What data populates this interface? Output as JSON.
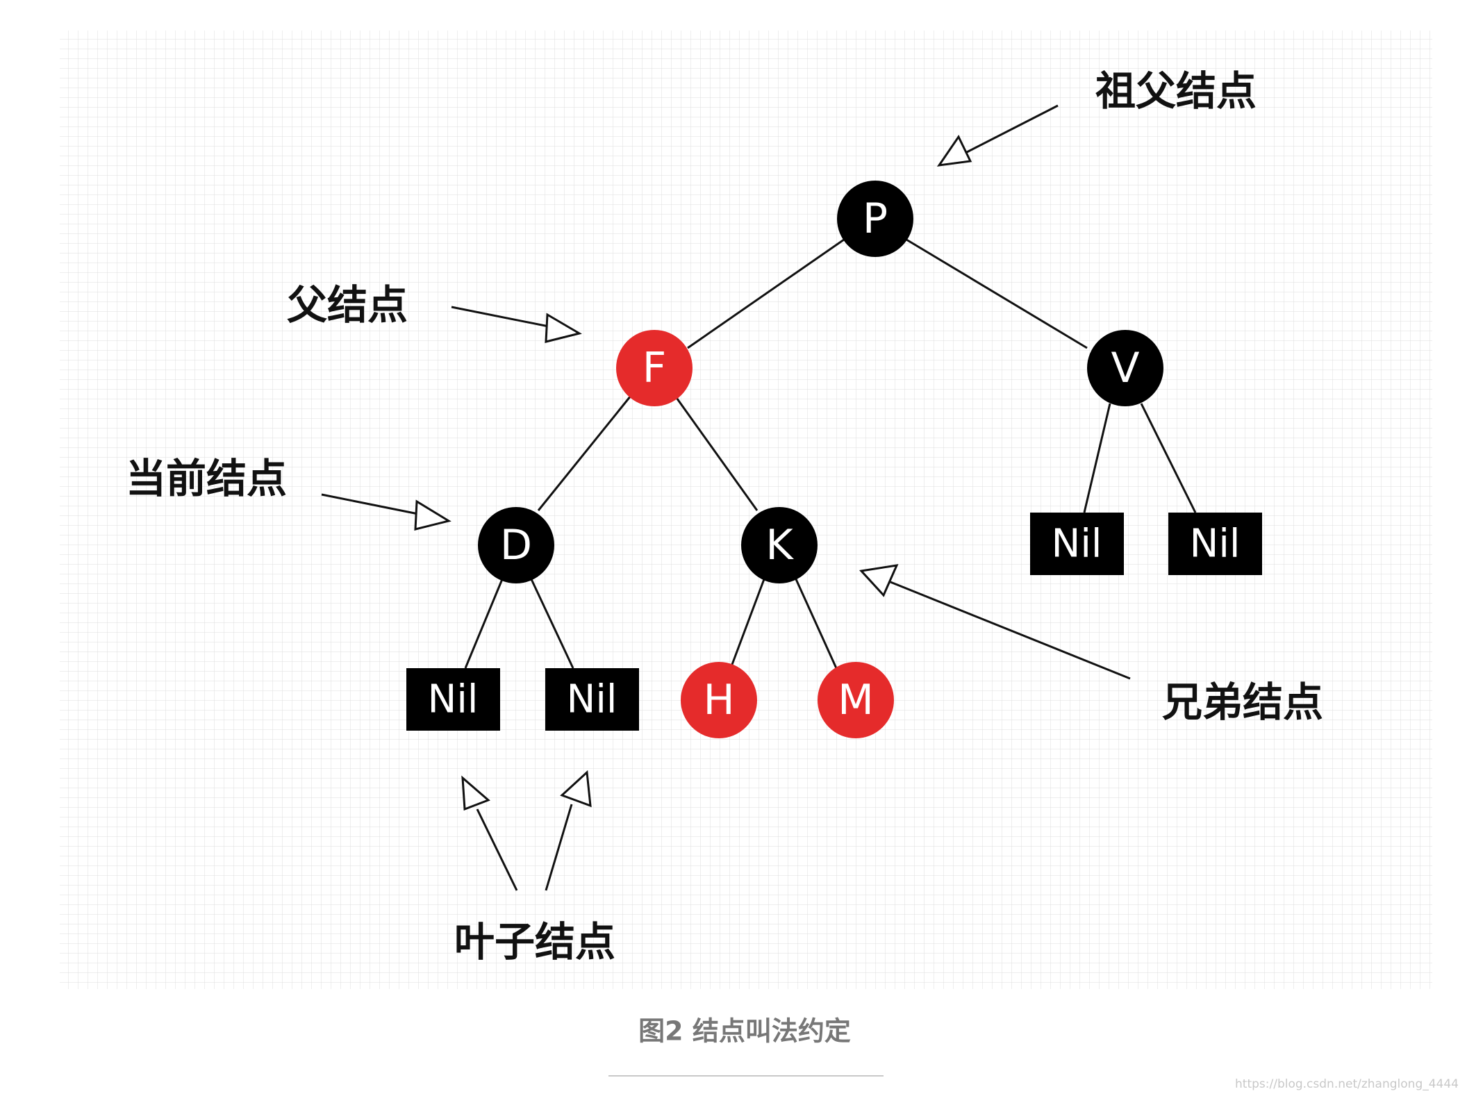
{
  "diagram": {
    "nodes": {
      "P": {
        "label": "P",
        "color": "black"
      },
      "F": {
        "label": "F",
        "color": "red"
      },
      "V": {
        "label": "V",
        "color": "black"
      },
      "D": {
        "label": "D",
        "color": "black"
      },
      "K": {
        "label": "K",
        "color": "black"
      },
      "H": {
        "label": "H",
        "color": "red"
      },
      "M": {
        "label": "M",
        "color": "red"
      }
    },
    "nil_label": "Nil",
    "edges": [
      [
        "P",
        "F"
      ],
      [
        "P",
        "V"
      ],
      [
        "F",
        "D"
      ],
      [
        "F",
        "K"
      ],
      [
        "D",
        "Nil (D left)"
      ],
      [
        "D",
        "Nil (D right)"
      ],
      [
        "K",
        "H"
      ],
      [
        "K",
        "M"
      ],
      [
        "V",
        "Nil (V left)"
      ],
      [
        "V",
        "Nil (V right)"
      ]
    ],
    "callouts": {
      "grandparent": "祖父结点",
      "parent": "父结点",
      "current": "当前结点",
      "sibling": "兄弟结点",
      "leaf": "叶子结点"
    },
    "caption": "图2 结点叫法约定",
    "watermark": "https://blog.csdn.net/zhanglong_4444"
  },
  "colors": {
    "black_node": "#000000",
    "red_node": "#e52b2b",
    "grid_line": "#dcdcdc",
    "caption_text": "#777777",
    "divider": "#c8c8c8"
  }
}
